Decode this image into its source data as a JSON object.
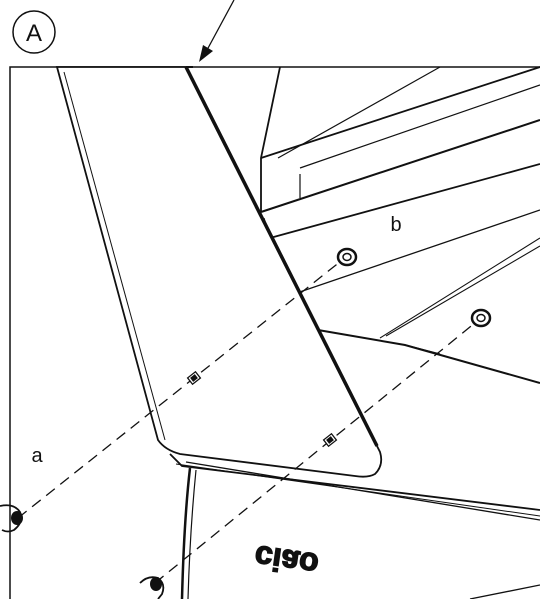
{
  "diagram": {
    "callout_label": "A",
    "part_labels": {
      "a": "a",
      "b": "b"
    },
    "brand_text": "ciao"
  },
  "colors": {
    "line": "#111111",
    "background": "#ffffff"
  }
}
